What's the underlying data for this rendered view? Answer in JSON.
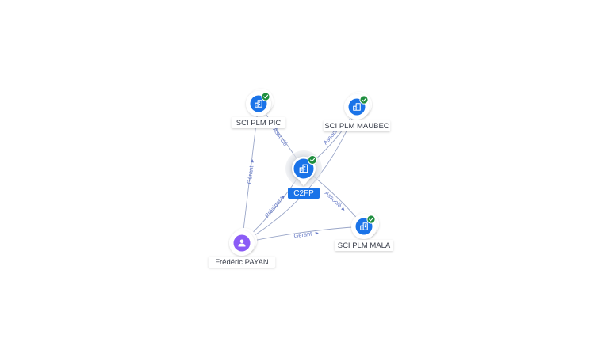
{
  "graph": {
    "colors": {
      "company": "#1a73e8",
      "person": "#8b5cf6",
      "check": "#1e8e3e",
      "edge": "#9aa6c8",
      "edge_label": "#6a7dc8",
      "center_badge": "#1a73e8"
    },
    "nodes": [
      {
        "id": "c2fp",
        "label": "C2FP",
        "kind": "company",
        "icon": "building-icon",
        "verified": true,
        "center": true
      },
      {
        "id": "pic",
        "label": "SCI PLM PIC",
        "kind": "company",
        "icon": "building-icon",
        "verified": true
      },
      {
        "id": "maubec",
        "label": "SCI PLM MAUBEC",
        "kind": "company",
        "icon": "building-icon",
        "verified": true
      },
      {
        "id": "mala",
        "label": "SCI PLM MALA",
        "kind": "company",
        "icon": "building-icon",
        "verified": true
      },
      {
        "id": "payan",
        "label": "Frédéric PAYAN",
        "kind": "person",
        "icon": "person-icon",
        "verified": false
      }
    ],
    "edges": [
      {
        "from": "c2fp",
        "to": "pic",
        "label": "Associé"
      },
      {
        "from": "c2fp",
        "to": "maubec",
        "label": "Associé"
      },
      {
        "from": "c2fp",
        "to": "mala",
        "label": "Associé"
      },
      {
        "from": "payan",
        "to": "c2fp",
        "label": "Président"
      },
      {
        "from": "payan",
        "to": "pic",
        "label": "Gérant"
      },
      {
        "from": "payan",
        "to": "mala",
        "label": "Gérant"
      },
      {
        "from": "payan",
        "to": "maubec",
        "label": ""
      }
    ]
  }
}
